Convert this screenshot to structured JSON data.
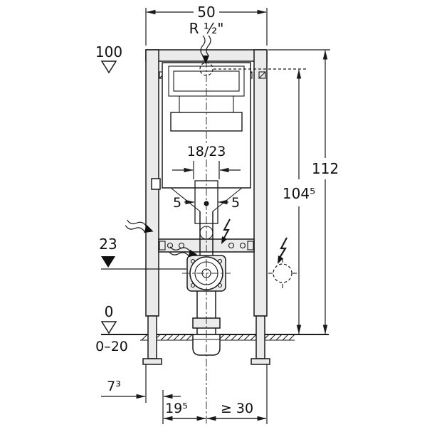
{
  "diagram": {
    "title": "Wall-mounted installation frame - dimensional drawing",
    "dims": {
      "top_width": "50",
      "supply_thread": "R ½\"",
      "level_100": "100",
      "overall_height": "112",
      "supply_height": "104⁵",
      "depth_range": "18/23",
      "offset_left": "5",
      "offset_right": "5",
      "outlet_height": "23",
      "floor_level": "0",
      "floor_buildup": "0–20",
      "foot_offset": "7³",
      "outlet_offset": "19⁵",
      "side_clearance": "≥ 30"
    },
    "symbols": [
      "water-supply-wavy-arrow",
      "sound-insulation-wavy-arrow",
      "electrical-flash",
      "level-marker-open",
      "level-marker-filled",
      "optional-connection-dashed-circle"
    ],
    "colors": {
      "line": "#1a1a1a",
      "frame_fill": "#ebebeb",
      "background": "#ffffff"
    }
  }
}
